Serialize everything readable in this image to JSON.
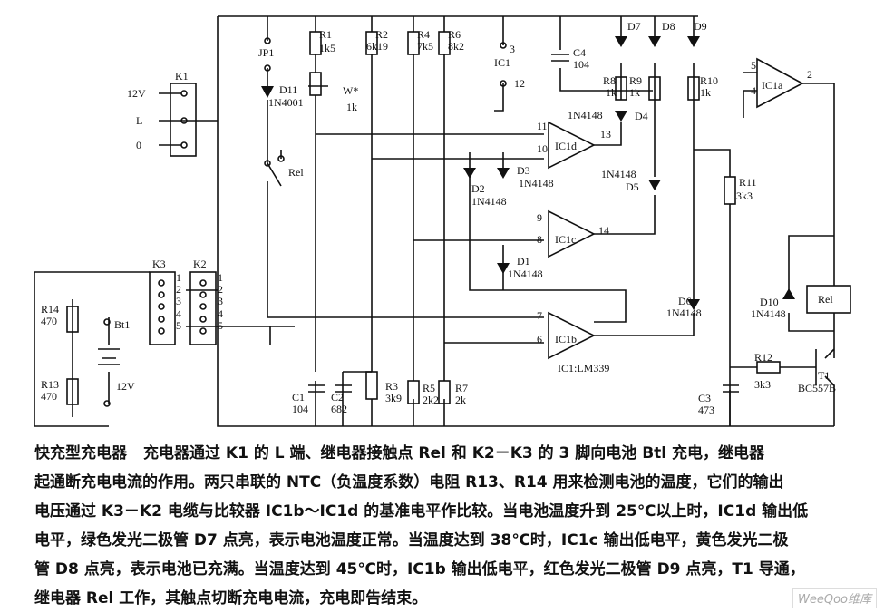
{
  "diagram": {
    "labels": [
      "K1",
      "12V",
      "L",
      "0",
      "JP1",
      "D11",
      "1N4001",
      "R1",
      "1k5",
      "W*",
      "1k",
      "R2",
      "6k19",
      "R4",
      "7k5",
      "R6",
      "8k2",
      "3",
      "IC1",
      "12",
      "C4",
      "104",
      "D7",
      "D8",
      "D9",
      "R8",
      "1k",
      "R9",
      "1k",
      "R10",
      "1k",
      "1N4148",
      "D4",
      "11",
      "10",
      "IC1d",
      "13",
      "5",
      "4",
      "IC1a",
      "2",
      "Rel",
      "D3",
      "1N4148",
      "D2",
      "1N4148",
      "1N4148",
      "D5",
      "9",
      "8",
      "IC1c",
      "14",
      "R11",
      "3k3",
      "D1",
      "1N4148",
      "K3",
      "K2",
      "R14",
      "470",
      "R13",
      "470",
      "Bt1",
      "12V",
      "Rel",
      "D10",
      "1N4148",
      "D6",
      "1N4148",
      "7",
      "6",
      "IC1b",
      "IC1:LM339",
      "C1",
      "104",
      "C2",
      "682",
      "R3",
      "3k9",
      "R5",
      "2k2",
      "R7",
      "2k",
      "R12",
      "3k3",
      "T1",
      "BC557B",
      "C3",
      "473",
      "1",
      "2",
      "3",
      "4",
      "5",
      "1",
      "2",
      "3",
      "4",
      "5"
    ]
  },
  "caption": {
    "title": "快充型充电器",
    "lines": [
      "充电器通过 K1 的 L 端、继电器接触点 Rel 和 K2－K3 的 3 脚向电池 Btl 充电，继电器",
      "起通断充电电流的作用。两只串联的 NTC（负温度系数）电阻 R13、R14 用来检测电池的温度，它们的输出",
      "电压通过 K3－K2 电缆与比较器 IC1b～IC1d 的基准电平作比较。当电池温度升到 25℃以上时，IC1d 输出低",
      "电平，绿色发光二极管 D7 点亮，表示电池温度正常。当温度达到 38℃时，IC1c 输出低电平，黄色发光二极",
      "管 D8 点亮，表示电池已充满。当温度达到 45℃时，IC1b 输出低电平，红色发光二极管 D9 点亮，T1 导通，",
      "继电器 Rel 工作，其触点切断充电电流，充电即告结束。"
    ]
  },
  "watermark": "WeeQoo维库"
}
